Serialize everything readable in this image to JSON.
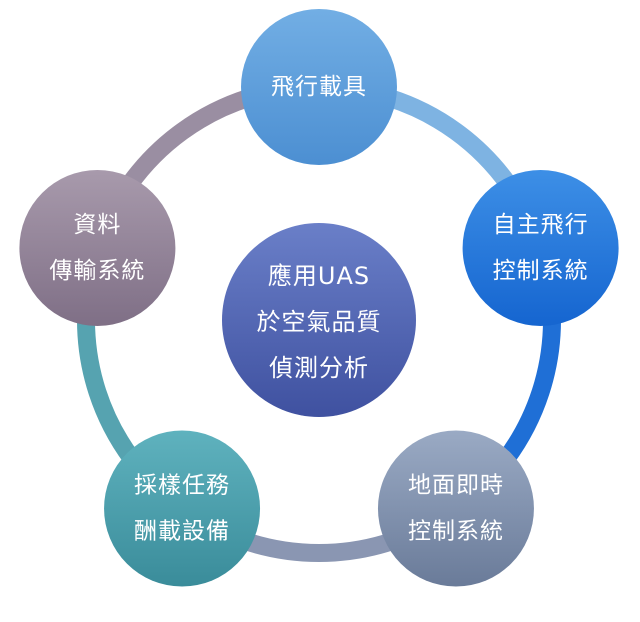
{
  "diagram": {
    "center": {
      "lines": [
        "應用UAS",
        "於空氣品質",
        "偵測分析"
      ],
      "color_top": "#6a7fc8",
      "color_bottom": "#3f51a0"
    },
    "nodes": [
      {
        "id": "aircraft",
        "lines": [
          "飛行載具"
        ],
        "color_top": "#72aee4",
        "color_bottom": "#4c8fd2"
      },
      {
        "id": "autonomous-flight",
        "lines": [
          "自主飛行",
          "控制系統"
        ],
        "color_top": "#3d8fe6",
        "color_bottom": "#1565d0"
      },
      {
        "id": "ground-realtime",
        "lines": [
          "地面即時",
          "控制系統"
        ],
        "color_top": "#9aaac4",
        "color_bottom": "#6a7b99"
      },
      {
        "id": "sampling-equipment",
        "lines": [
          "採樣任務",
          "酬載設備"
        ],
        "color_top": "#5fb2be",
        "color_bottom": "#3a8c9a"
      },
      {
        "id": "data-transmission",
        "lines": [
          "資料",
          "傳輸系統"
        ],
        "color_top": "#a89aac",
        "color_bottom": "#7f6f86"
      }
    ],
    "ring_segments": [
      {
        "from": "aircraft",
        "to": "autonomous-flight",
        "color": "#7eb3e2"
      },
      {
        "from": "autonomous-flight",
        "to": "ground-realtime",
        "color": "#1f6fd6"
      },
      {
        "from": "ground-realtime",
        "to": "sampling-equipment",
        "color": "#8a96b2"
      },
      {
        "from": "sampling-equipment",
        "to": "data-transmission",
        "color": "#56a3b0"
      },
      {
        "from": "data-transmission",
        "to": "aircraft",
        "color": "#9a8ea2"
      }
    ]
  }
}
